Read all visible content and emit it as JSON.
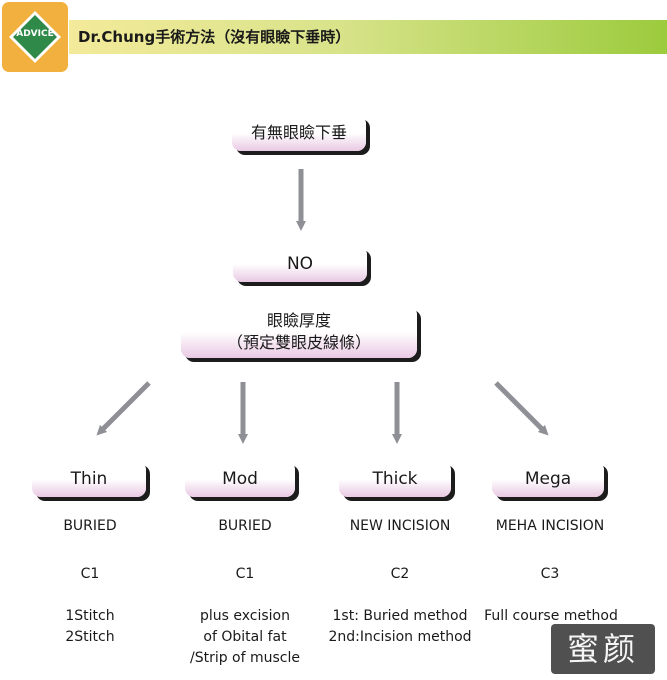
{
  "header": {
    "badge_label": "ADVICE",
    "title": "Dr.Chung手術方法（沒有眼瞼下垂時）",
    "badge_color": "#f2b13f",
    "badge_inner_color": "#2f8a4a"
  },
  "flow": {
    "q1": "有無眼瞼下垂",
    "answer": "NO",
    "q2_line1": "眼瞼厚度",
    "q2_line2": "（預定雙眼皮線條）"
  },
  "columns": [
    {
      "label": "Thin",
      "method": "BURIED",
      "code": "C1",
      "details": [
        "1Stitch",
        "2Stitch"
      ]
    },
    {
      "label": "Mod",
      "method": "BURIED",
      "code": "C1",
      "details": [
        "plus excision",
        "of Obital fat",
        "/Strip of muscle"
      ]
    },
    {
      "label": "Thick",
      "method": "NEW INCISION",
      "code": "C2",
      "details": [
        "1st: Buried method",
        "2nd:Incision method"
      ]
    },
    {
      "label": "Mega",
      "method": "MEHA INCISION",
      "code": "C3",
      "details": [
        "Full course method"
      ]
    }
  ],
  "watermark": "蜜颜",
  "colors": {
    "arrow": "#8f8f96",
    "box_pink": "#e9c8e3",
    "title_gradient_end": "#9ccb3d"
  }
}
